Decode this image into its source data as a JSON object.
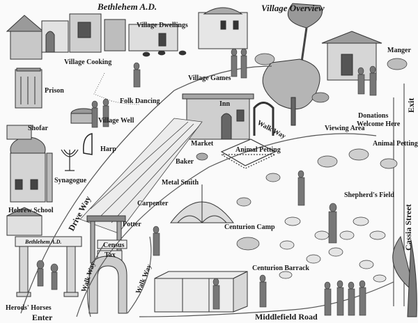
{
  "map": {
    "title_left": "Bethlehem A.D.",
    "title_right": "Village Overview",
    "gate_sign": "Bethlehem A.D."
  },
  "areas": {
    "village_dwellings": "Village Dwellings",
    "village_cooking": "Village Cooking",
    "prison": "Prison",
    "folk_dancing": "Folk Dancing",
    "village_well": "Village Well",
    "shofar": "Shofar",
    "harp": "Harp",
    "synagogue": "Synagogue",
    "hebrew_school": "Hebrew School",
    "village_games": "Village Games",
    "inn": "Inn",
    "market": "Market",
    "animal_petting_inner": "Animal Petting",
    "baker": "Baker",
    "metal_smith": "Metal Smith",
    "carpenter": "Carpenter",
    "potter": "Potter",
    "census": "Census",
    "tax": "Tax",
    "centurion_camp": "Centurion Camp",
    "centurion_barrack": "Centurion Barrack",
    "manger": "Manger",
    "exit": "Exit",
    "donations_line1": "Donations",
    "donations_line2": "Welcome Here",
    "viewing_area": "Viewing Area",
    "animal_petting_right": "Animal Petting",
    "shepherds_field": "Shepherd's Field",
    "herods_horses": "Herods' Horses",
    "enter": "Enter"
  },
  "roads": {
    "drive_way": "Drive Way",
    "walk_way_top": "Walk Way",
    "walk_way_left": "Walk Way",
    "walk_way_right": "Walk Way",
    "cassia_street": "Cassia Street",
    "middlefield_road": "Middlefield Road"
  }
}
